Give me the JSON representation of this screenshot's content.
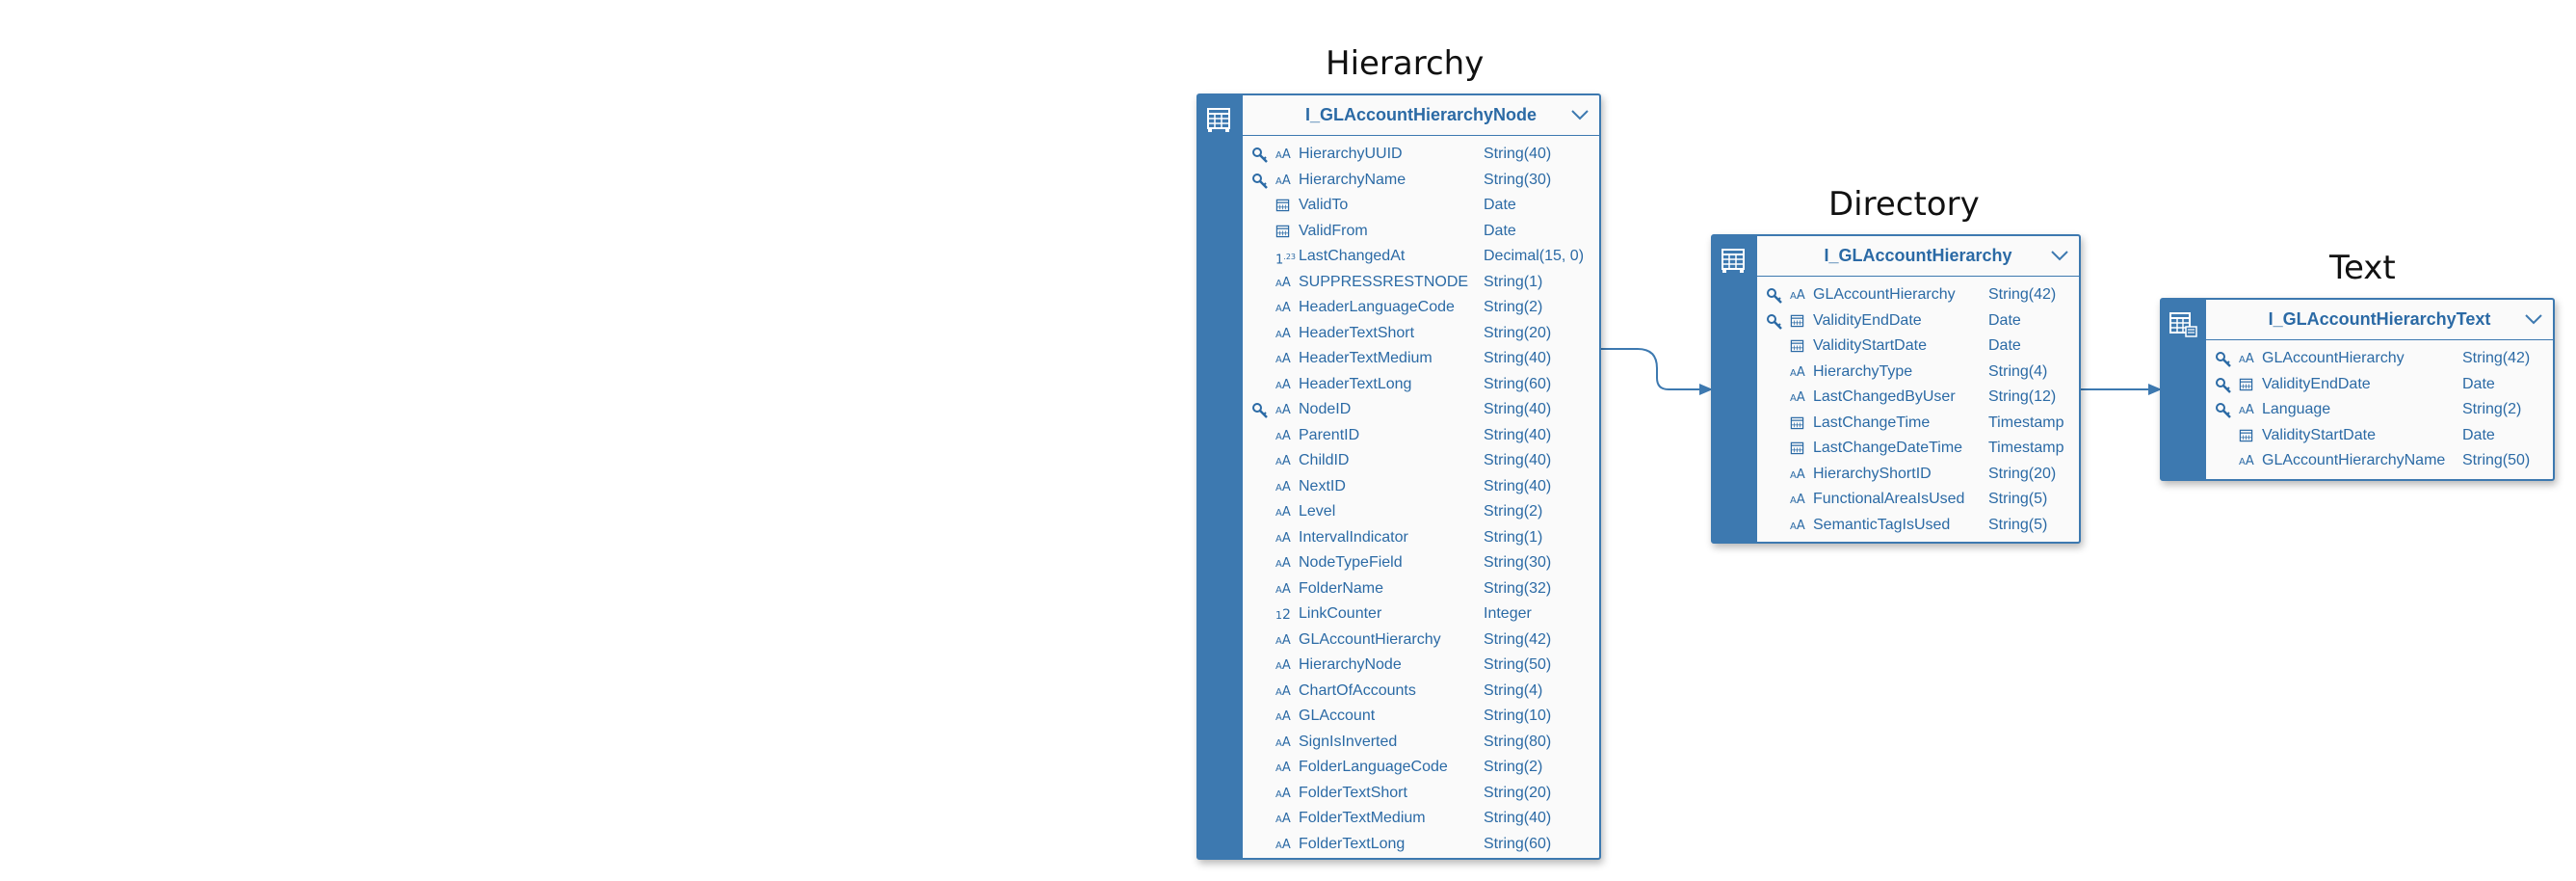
{
  "sections": {
    "hierarchy": "Hierarchy",
    "directory": "Directory",
    "text": "Text"
  },
  "entities": [
    {
      "id": "hierarchy-node",
      "name": "I_GLAccountHierarchyNode",
      "icon": "table-icon",
      "fields": [
        {
          "key": true,
          "kind": "text",
          "name": "HierarchyUUID",
          "type": "String(40)"
        },
        {
          "key": true,
          "kind": "text",
          "name": "HierarchyName",
          "type": "String(30)"
        },
        {
          "key": false,
          "kind": "date",
          "name": "ValidTo",
          "type": "Date"
        },
        {
          "key": false,
          "kind": "date",
          "name": "ValidFrom",
          "type": "Date"
        },
        {
          "key": false,
          "kind": "decimal",
          "name": "LastChangedAt",
          "type": "Decimal(15, 0)"
        },
        {
          "key": false,
          "kind": "text",
          "name": "SUPPRESSRESTNODE",
          "type": "String(1)"
        },
        {
          "key": false,
          "kind": "text",
          "name": "HeaderLanguageCode",
          "type": "String(2)"
        },
        {
          "key": false,
          "kind": "text",
          "name": "HeaderTextShort",
          "type": "String(20)"
        },
        {
          "key": false,
          "kind": "text",
          "name": "HeaderTextMedium",
          "type": "String(40)"
        },
        {
          "key": false,
          "kind": "text",
          "name": "HeaderTextLong",
          "type": "String(60)"
        },
        {
          "key": true,
          "kind": "text",
          "name": "NodeID",
          "type": "String(40)"
        },
        {
          "key": false,
          "kind": "text",
          "name": "ParentID",
          "type": "String(40)"
        },
        {
          "key": false,
          "kind": "text",
          "name": "ChildID",
          "type": "String(40)"
        },
        {
          "key": false,
          "kind": "text",
          "name": "NextID",
          "type": "String(40)"
        },
        {
          "key": false,
          "kind": "text",
          "name": "Level",
          "type": "String(2)"
        },
        {
          "key": false,
          "kind": "text",
          "name": "IntervalIndicator",
          "type": "String(1)"
        },
        {
          "key": false,
          "kind": "text",
          "name": "NodeTypeField",
          "type": "String(30)"
        },
        {
          "key": false,
          "kind": "text",
          "name": "FolderName",
          "type": "String(32)"
        },
        {
          "key": false,
          "kind": "integer",
          "name": "LinkCounter",
          "type": "Integer"
        },
        {
          "key": false,
          "kind": "text",
          "name": "GLAccountHierarchy",
          "type": "String(42)"
        },
        {
          "key": false,
          "kind": "text",
          "name": "HierarchyNode",
          "type": "String(50)"
        },
        {
          "key": false,
          "kind": "text",
          "name": "ChartOfAccounts",
          "type": "String(4)"
        },
        {
          "key": false,
          "kind": "text",
          "name": "GLAccount",
          "type": "String(10)"
        },
        {
          "key": false,
          "kind": "text",
          "name": "SignIsInverted",
          "type": "String(80)"
        },
        {
          "key": false,
          "kind": "text",
          "name": "FolderLanguageCode",
          "type": "String(2)"
        },
        {
          "key": false,
          "kind": "text",
          "name": "FolderTextShort",
          "type": "String(20)"
        },
        {
          "key": false,
          "kind": "text",
          "name": "FolderTextMedium",
          "type": "String(40)"
        },
        {
          "key": false,
          "kind": "text",
          "name": "FolderTextLong",
          "type": "String(60)"
        }
      ]
    },
    {
      "id": "hierarchy",
      "name": "I_GLAccountHierarchy",
      "icon": "table-icon",
      "fields": [
        {
          "key": true,
          "kind": "text",
          "name": "GLAccountHierarchy",
          "type": "String(42)"
        },
        {
          "key": true,
          "kind": "date",
          "name": "ValidityEndDate",
          "type": "Date"
        },
        {
          "key": false,
          "kind": "date",
          "name": "ValidityStartDate",
          "type": "Date"
        },
        {
          "key": false,
          "kind": "text",
          "name": "HierarchyType",
          "type": "String(4)"
        },
        {
          "key": false,
          "kind": "text",
          "name": "LastChangedByUser",
          "type": "String(12)"
        },
        {
          "key": false,
          "kind": "date",
          "name": "LastChangeTime",
          "type": "Timestamp"
        },
        {
          "key": false,
          "kind": "date",
          "name": "LastChangeDateTime",
          "type": "Timestamp"
        },
        {
          "key": false,
          "kind": "text",
          "name": "HierarchyShortID",
          "type": "String(20)"
        },
        {
          "key": false,
          "kind": "text",
          "name": "FunctionalAreaIsUsed",
          "type": "String(5)"
        },
        {
          "key": false,
          "kind": "text",
          "name": "SemanticTagIsUsed",
          "type": "String(5)"
        }
      ]
    },
    {
      "id": "hierarchy-text",
      "name": "I_GLAccountHierarchyText",
      "icon": "text-table-icon",
      "fields": [
        {
          "key": true,
          "kind": "text",
          "name": "GLAccountHierarchy",
          "type": "String(42)"
        },
        {
          "key": true,
          "kind": "date",
          "name": "ValidityEndDate",
          "type": "Date"
        },
        {
          "key": true,
          "kind": "text",
          "name": "Language",
          "type": "String(2)"
        },
        {
          "key": false,
          "kind": "date",
          "name": "ValidityStartDate",
          "type": "Date"
        },
        {
          "key": false,
          "kind": "text",
          "name": "GLAccountHierarchyName",
          "type": "String(50)"
        }
      ]
    }
  ],
  "colors": {
    "accent": "#3d79b0",
    "text": "#2b6aa5",
    "background": "#fafafa"
  }
}
